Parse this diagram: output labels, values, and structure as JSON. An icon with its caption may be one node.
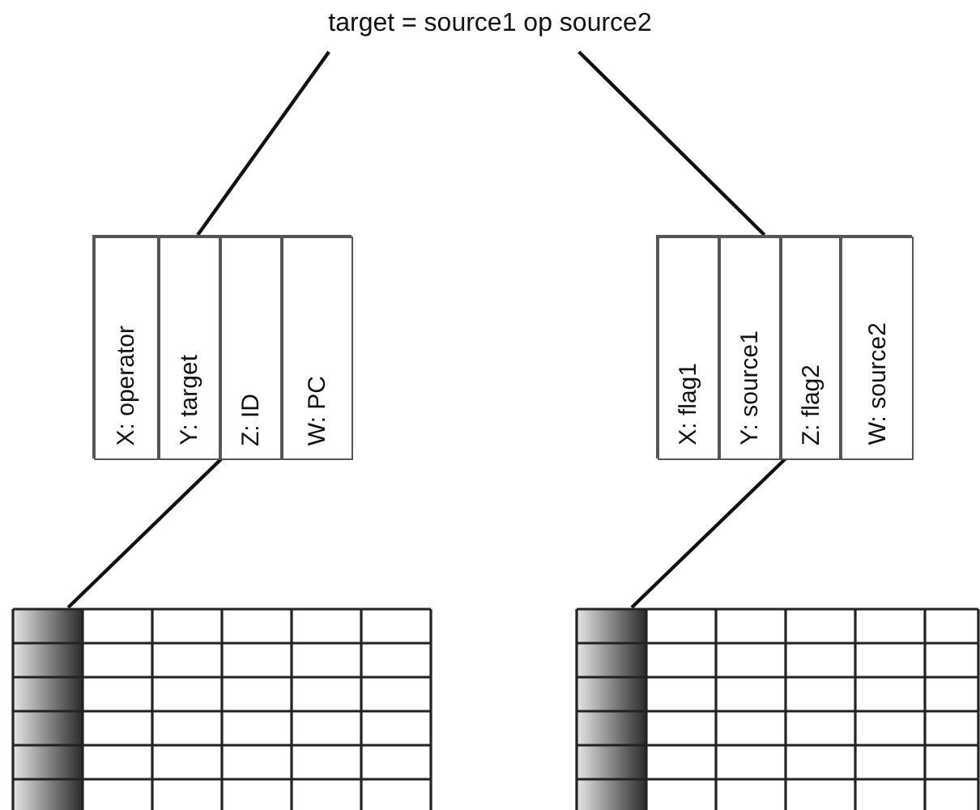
{
  "diagram": {
    "nodes": [
      {
        "text": [
          "target = source1 op source2"
        ]
      },
      {
        "text": [],
        "shape": "box"
      },
      {
        "text": [
          "X: operator"
        ],
        "in": 1
      },
      {
        "text": [
          "Y: target"
        ],
        "in": 1
      },
      {
        "text": [
          "Z: ID"
        ],
        "in": 1
      },
      {
        "text": [
          "W: PC"
        ],
        "in": 1
      },
      {
        "text": [],
        "shape": "box"
      },
      {
        "text": [
          "X: flag1"
        ],
        "in": 6
      },
      {
        "text": [
          "Y: source1"
        ],
        "in": 6
      },
      {
        "text": [
          "Z: flag2"
        ],
        "in": 6
      },
      {
        "text": [
          "W: source2"
        ],
        "in": 6
      },
      {
        "text": [],
        "shape": "grid"
      },
      {
        "text": [],
        "shape": "grid"
      }
    ],
    "edges": [
      {
        "from": 0,
        "to": 3,
        "arrow": "none"
      },
      {
        "from": 0,
        "to": 8,
        "arrow": "none"
      },
      {
        "from": 4,
        "to": 11,
        "arrow": "none"
      },
      {
        "from": 9,
        "to": 12,
        "arrow": "none"
      }
    ]
  }
}
